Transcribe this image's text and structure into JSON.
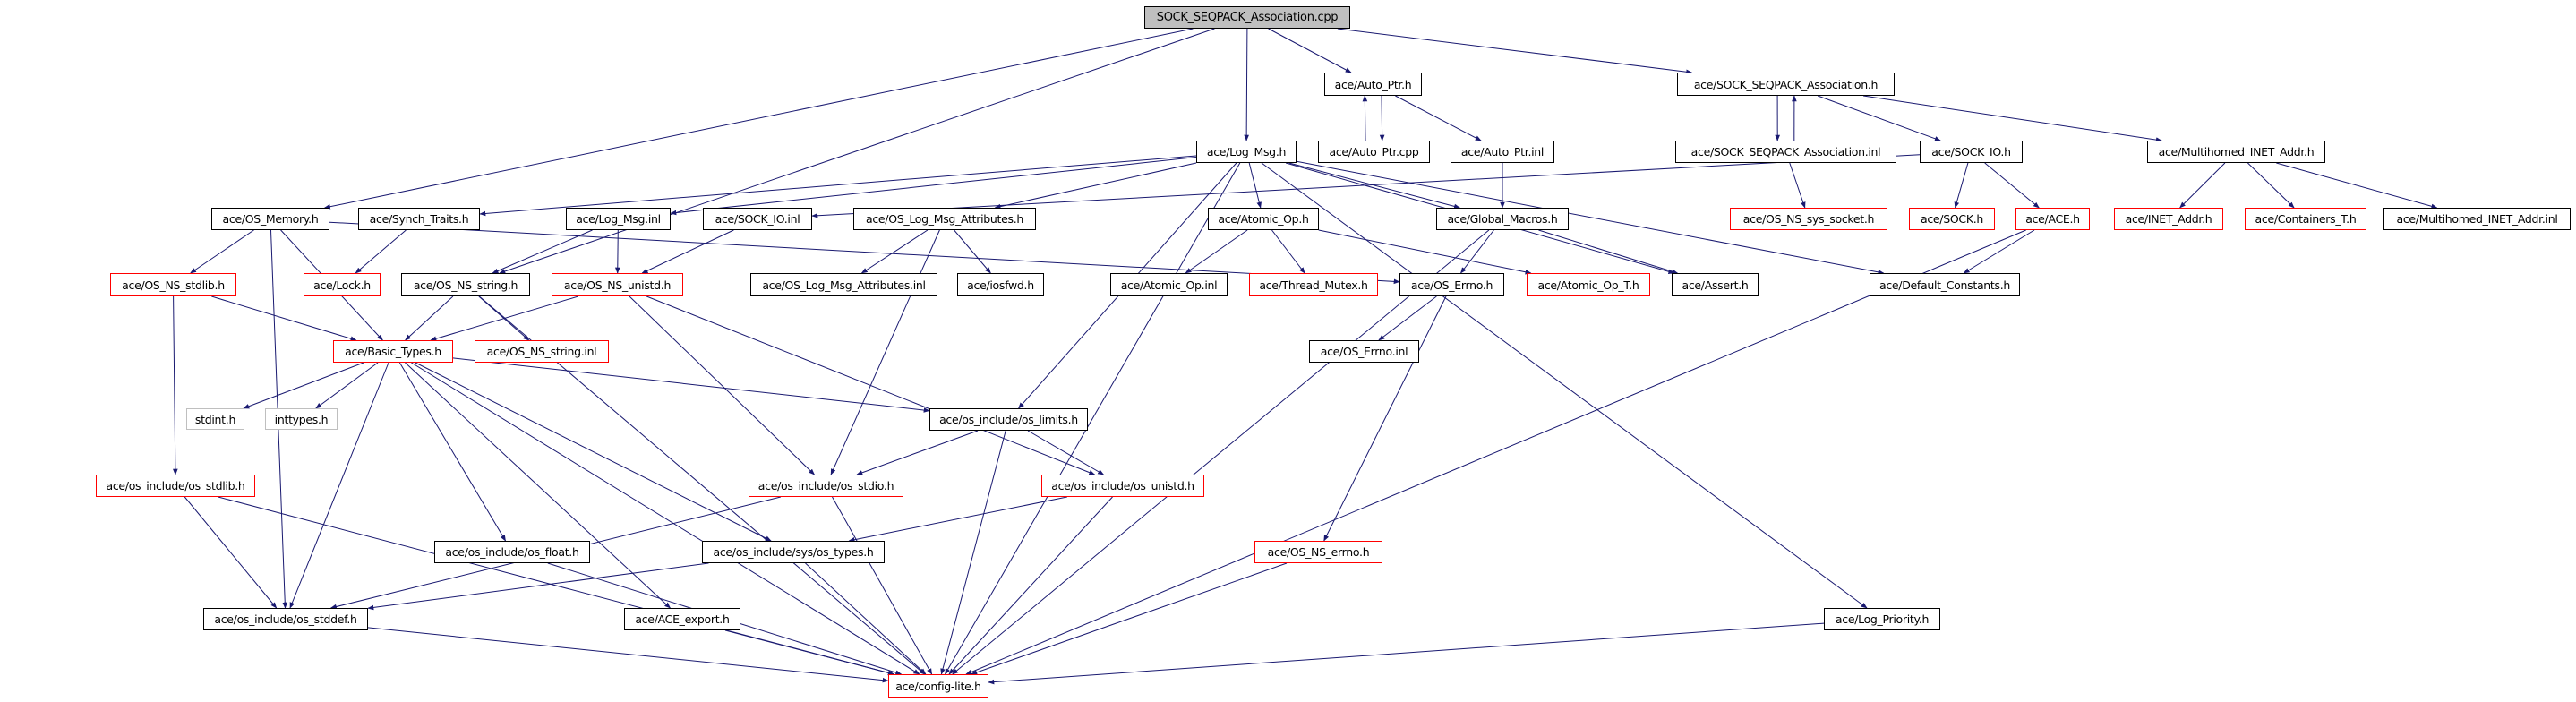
{
  "diagram": {
    "title": "SOCK_SEQPACK_Association.cpp include dependency graph",
    "colors": {
      "edge": "#191970",
      "root_fill": "#bfbfbf",
      "documented_border": "#000000",
      "undocumented_border": "#ff0000",
      "external_border": "#bfbfbf"
    },
    "nodes": [
      {
        "id": "root",
        "label": "SOCK_SEQPACK_Association.cpp",
        "kind": "root"
      },
      {
        "id": "auto_ptr_h",
        "label": "ace/Auto_Ptr.h",
        "kind": "documented"
      },
      {
        "id": "sock_seqpack_h",
        "label": "ace/SOCK_SEQPACK_Association.h",
        "kind": "documented"
      },
      {
        "id": "log_msg_h",
        "label": "ace/Log_Msg.h",
        "kind": "documented"
      },
      {
        "id": "auto_ptr_cpp",
        "label": "ace/Auto_Ptr.cpp",
        "kind": "documented"
      },
      {
        "id": "auto_ptr_inl",
        "label": "ace/Auto_Ptr.inl",
        "kind": "documented"
      },
      {
        "id": "sock_seqpack_inl",
        "label": "ace/SOCK_SEQPACK_Association.inl",
        "kind": "documented"
      },
      {
        "id": "sock_io_h",
        "label": "ace/SOCK_IO.h",
        "kind": "documented"
      },
      {
        "id": "multihomed_h",
        "label": "ace/Multihomed_INET_Addr.h",
        "kind": "documented"
      },
      {
        "id": "os_memory_h",
        "label": "ace/OS_Memory.h",
        "kind": "documented"
      },
      {
        "id": "synch_traits_h",
        "label": "ace/Synch_Traits.h",
        "kind": "documented"
      },
      {
        "id": "log_msg_inl",
        "label": "ace/Log_Msg.inl",
        "kind": "documented"
      },
      {
        "id": "sock_io_inl",
        "label": "ace/SOCK_IO.inl",
        "kind": "documented"
      },
      {
        "id": "os_log_msg_attr_h",
        "label": "ace/OS_Log_Msg_Attributes.h",
        "kind": "documented"
      },
      {
        "id": "atomic_op_h",
        "label": "ace/Atomic_Op.h",
        "kind": "documented"
      },
      {
        "id": "global_macros_h",
        "label": "ace/Global_Macros.h",
        "kind": "documented"
      },
      {
        "id": "os_ns_sys_socket_h",
        "label": "ace/OS_NS_sys_socket.h",
        "kind": "undocumented"
      },
      {
        "id": "sock_h",
        "label": "ace/SOCK.h",
        "kind": "undocumented"
      },
      {
        "id": "ace_h",
        "label": "ace/ACE.h",
        "kind": "undocumented"
      },
      {
        "id": "inet_addr_h",
        "label": "ace/INET_Addr.h",
        "kind": "undocumented"
      },
      {
        "id": "containers_t_h",
        "label": "ace/Containers_T.h",
        "kind": "undocumented"
      },
      {
        "id": "multihomed_inl",
        "label": "ace/Multihomed_INET_Addr.inl",
        "kind": "documented"
      },
      {
        "id": "os_ns_stdlib_h",
        "label": "ace/OS_NS_stdlib.h",
        "kind": "undocumented"
      },
      {
        "id": "lock_h",
        "label": "ace/Lock.h",
        "kind": "undocumented"
      },
      {
        "id": "os_ns_string_h",
        "label": "ace/OS_NS_string.h",
        "kind": "documented"
      },
      {
        "id": "os_ns_unistd_h",
        "label": "ace/OS_NS_unistd.h",
        "kind": "undocumented"
      },
      {
        "id": "os_log_msg_attr_inl",
        "label": "ace/OS_Log_Msg_Attributes.inl",
        "kind": "documented"
      },
      {
        "id": "iosfwd_h",
        "label": "ace/iosfwd.h",
        "kind": "documented"
      },
      {
        "id": "atomic_op_inl",
        "label": "ace/Atomic_Op.inl",
        "kind": "documented"
      },
      {
        "id": "thread_mutex_h",
        "label": "ace/Thread_Mutex.h",
        "kind": "undocumented"
      },
      {
        "id": "os_errno_h",
        "label": "ace/OS_Errno.h",
        "kind": "documented"
      },
      {
        "id": "atomic_op_t_h",
        "label": "ace/Atomic_Op_T.h",
        "kind": "undocumented"
      },
      {
        "id": "assert_h",
        "label": "ace/Assert.h",
        "kind": "documented"
      },
      {
        "id": "default_constants_h",
        "label": "ace/Default_Constants.h",
        "kind": "documented"
      },
      {
        "id": "basic_types_h",
        "label": "ace/Basic_Types.h",
        "kind": "undocumented"
      },
      {
        "id": "os_ns_string_inl",
        "label": "ace/OS_NS_string.inl",
        "kind": "undocumented"
      },
      {
        "id": "os_errno_inl",
        "label": "ace/OS_Errno.inl",
        "kind": "documented"
      },
      {
        "id": "stdint_h",
        "label": "stdint.h",
        "kind": "external"
      },
      {
        "id": "inttypes_h",
        "label": "inttypes.h",
        "kind": "external"
      },
      {
        "id": "os_limits_h",
        "label": "ace/os_include/os_limits.h",
        "kind": "documented"
      },
      {
        "id": "os_stdlib_h",
        "label": "ace/os_include/os_stdlib.h",
        "kind": "undocumented"
      },
      {
        "id": "os_stdio_h",
        "label": "ace/os_include/os_stdio.h",
        "kind": "undocumented"
      },
      {
        "id": "os_unistd_h",
        "label": "ace/os_include/os_unistd.h",
        "kind": "undocumented"
      },
      {
        "id": "os_float_h",
        "label": "ace/os_include/os_float.h",
        "kind": "documented"
      },
      {
        "id": "sys_os_types_h",
        "label": "ace/os_include/sys/os_types.h",
        "kind": "documented"
      },
      {
        "id": "os_ns_errno_h",
        "label": "ace/OS_NS_errno.h",
        "kind": "undocumented"
      },
      {
        "id": "os_stddef_h",
        "label": "ace/os_include/os_stddef.h",
        "kind": "documented"
      },
      {
        "id": "ace_export_h",
        "label": "ace/ACE_export.h",
        "kind": "documented"
      },
      {
        "id": "log_priority_h",
        "label": "ace/Log_Priority.h",
        "kind": "documented"
      },
      {
        "id": "config_lite_h",
        "label": "ace/config-lite.h",
        "kind": "undocumented"
      }
    ],
    "edges": [
      [
        "root",
        "os_memory_h"
      ],
      [
        "root",
        "os_ns_string_h"
      ],
      [
        "root",
        "log_msg_h"
      ],
      [
        "root",
        "auto_ptr_h"
      ],
      [
        "root",
        "sock_seqpack_h"
      ],
      [
        "auto_ptr_h",
        "auto_ptr_cpp"
      ],
      [
        "auto_ptr_cpp",
        "auto_ptr_h"
      ],
      [
        "auto_ptr_h",
        "auto_ptr_inl"
      ],
      [
        "auto_ptr_inl",
        "global_macros_h"
      ],
      [
        "sock_seqpack_h",
        "sock_seqpack_inl"
      ],
      [
        "sock_seqpack_inl",
        "sock_seqpack_h"
      ],
      [
        "sock_seqpack_h",
        "sock_io_h"
      ],
      [
        "sock_seqpack_h",
        "multihomed_h"
      ],
      [
        "sock_seqpack_inl",
        "os_ns_sys_socket_h"
      ],
      [
        "sock_io_h",
        "sock_io_inl"
      ],
      [
        "sock_io_h",
        "sock_h"
      ],
      [
        "sock_io_h",
        "ace_h"
      ],
      [
        "multihomed_h",
        "inet_addr_h"
      ],
      [
        "multihomed_h",
        "containers_t_h"
      ],
      [
        "multihomed_h",
        "multihomed_inl"
      ],
      [
        "ace_h",
        "default_constants_h"
      ],
      [
        "ace_h",
        "config_lite_h"
      ],
      [
        "log_msg_h",
        "synch_traits_h"
      ],
      [
        "log_msg_h",
        "log_msg_inl"
      ],
      [
        "log_msg_h",
        "os_log_msg_attr_h"
      ],
      [
        "log_msg_h",
        "atomic_op_h"
      ],
      [
        "log_msg_h",
        "global_macros_h"
      ],
      [
        "log_msg_h",
        "assert_h"
      ],
      [
        "log_msg_h",
        "default_constants_h"
      ],
      [
        "log_msg_h",
        "log_priority_h"
      ],
      [
        "log_msg_h",
        "os_limits_h"
      ],
      [
        "log_msg_h",
        "config_lite_h"
      ],
      [
        "os_memory_h",
        "os_ns_stdlib_h"
      ],
      [
        "os_memory_h",
        "basic_types_h"
      ],
      [
        "os_memory_h",
        "os_stddef_h"
      ],
      [
        "os_memory_h",
        "os_errno_h"
      ],
      [
        "synch_traits_h",
        "lock_h"
      ],
      [
        "log_msg_inl",
        "os_ns_string_h"
      ],
      [
        "log_msg_inl",
        "os_ns_unistd_h"
      ],
      [
        "sock_io_inl",
        "os_ns_unistd_h"
      ],
      [
        "os_log_msg_attr_h",
        "os_log_msg_attr_inl"
      ],
      [
        "os_log_msg_attr_h",
        "iosfwd_h"
      ],
      [
        "os_log_msg_attr_h",
        "os_stdio_h"
      ],
      [
        "atomic_op_h",
        "atomic_op_inl"
      ],
      [
        "atomic_op_h",
        "thread_mutex_h"
      ],
      [
        "atomic_op_h",
        "atomic_op_t_h"
      ],
      [
        "global_macros_h",
        "os_errno_h"
      ],
      [
        "global_macros_h",
        "assert_h"
      ],
      [
        "global_macros_h",
        "config_lite_h"
      ],
      [
        "os_ns_stdlib_h",
        "basic_types_h"
      ],
      [
        "os_ns_stdlib_h",
        "os_stdlib_h"
      ],
      [
        "os_ns_string_h",
        "basic_types_h"
      ],
      [
        "os_ns_string_h",
        "os_ns_string_inl"
      ],
      [
        "os_ns_string_h",
        "config_lite_h"
      ],
      [
        "os_ns_unistd_h",
        "basic_types_h"
      ],
      [
        "os_ns_unistd_h",
        "os_stdio_h"
      ],
      [
        "os_ns_unistd_h",
        "os_unistd_h"
      ],
      [
        "os_errno_h",
        "os_errno_inl"
      ],
      [
        "os_errno_h",
        "os_ns_errno_h"
      ],
      [
        "basic_types_h",
        "stdint_h"
      ],
      [
        "basic_types_h",
        "inttypes_h"
      ],
      [
        "basic_types_h",
        "os_limits_h"
      ],
      [
        "basic_types_h",
        "os_stddef_h"
      ],
      [
        "basic_types_h",
        "os_float_h"
      ],
      [
        "basic_types_h",
        "sys_os_types_h"
      ],
      [
        "basic_types_h",
        "ace_export_h"
      ],
      [
        "basic_types_h",
        "config_lite_h"
      ],
      [
        "os_limits_h",
        "os_stdio_h"
      ],
      [
        "os_limits_h",
        "os_unistd_h"
      ],
      [
        "os_limits_h",
        "config_lite_h"
      ],
      [
        "os_stdlib_h",
        "os_stddef_h"
      ],
      [
        "os_stdlib_h",
        "config_lite_h"
      ],
      [
        "os_stdio_h",
        "os_stddef_h"
      ],
      [
        "os_stdio_h",
        "config_lite_h"
      ],
      [
        "os_unistd_h",
        "sys_os_types_h"
      ],
      [
        "os_unistd_h",
        "config_lite_h"
      ],
      [
        "os_float_h",
        "config_lite_h"
      ],
      [
        "sys_os_types_h",
        "os_stddef_h"
      ],
      [
        "sys_os_types_h",
        "config_lite_h"
      ],
      [
        "os_stddef_h",
        "config_lite_h"
      ],
      [
        "ace_export_h",
        "config_lite_h"
      ],
      [
        "os_ns_errno_h",
        "config_lite_h"
      ],
      [
        "log_priority_h",
        "config_lite_h"
      ]
    ]
  }
}
